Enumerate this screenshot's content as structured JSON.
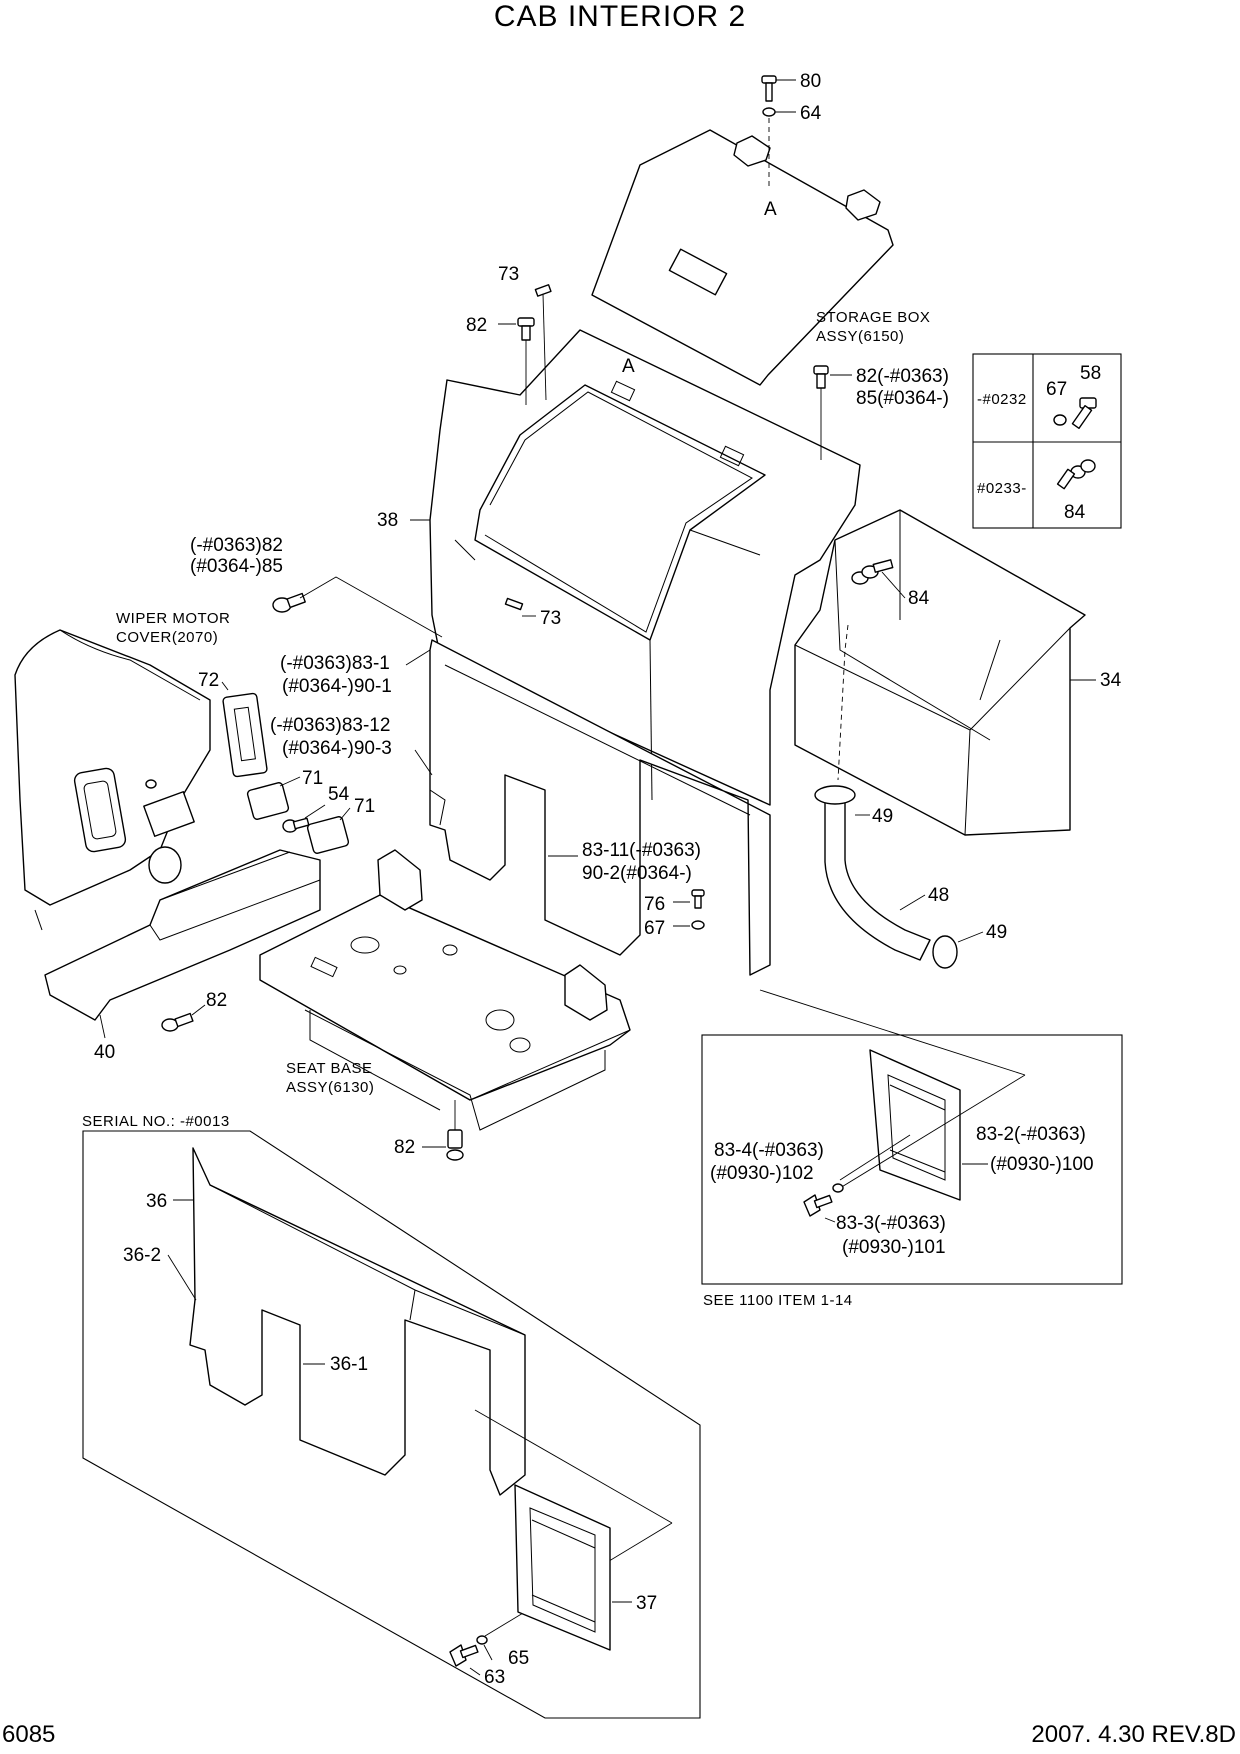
{
  "title": "CAB INTERIOR 2",
  "footer": {
    "page_code": "6085",
    "revision": "2007. 4.30 REV.8D"
  },
  "notes": {
    "storage_box_1": "STORAGE BOX",
    "storage_box_2": "ASSY(6150)",
    "wiper_1": "WIPER MOTOR",
    "wiper_2": "COVER(2070)",
    "seat_base_1": "SEAT BASE",
    "seat_base_2": "ASSY(6130)",
    "serial": "SERIAL NO.: -#0013",
    "see": "SEE 1100 ITEM 1-14"
  },
  "inset_table": {
    "row1": "-#0232",
    "row2": "#0233-"
  },
  "labels": {
    "p80": "80",
    "p64": "64",
    "pA1": "A",
    "pA2": "A",
    "p73a": "73",
    "p82a": "82",
    "p82b1": "82(-#0363)",
    "p82b2": "85(#0364-)",
    "p67i": "67",
    "p58": "58",
    "p84i": "84",
    "p38": "38",
    "p82c1": "(-#0363)82",
    "p82c2": "(#0364-)85",
    "p73b": "73",
    "p84": "84",
    "p34": "34",
    "p831a": "(-#0363)83-1",
    "p831b": "(#0364-)90-1",
    "p72": "72",
    "p8312a": "(-#0363)83-12",
    "p8312b": "(#0364-)90-3",
    "p71a": "71",
    "p54": "54",
    "p71b": "71",
    "p49a": "49",
    "p8311a": "83-11(-#0363)",
    "p8311b": "90-2(#0364-)",
    "p76": "76",
    "p67": "67",
    "p48": "48",
    "p49b": "49",
    "p82d": "82",
    "p40": "40",
    "p82e": "82",
    "p834a": "83-4(-#0363)",
    "p834b": "(#0930-)102",
    "p832a": "83-2(-#0363)",
    "p832b": "(#0930-)100",
    "p833a": "83-3(-#0363)",
    "p833b": "(#0930-)101",
    "p36": "36",
    "p362": "36-2",
    "p361": "36-1",
    "p37": "37",
    "p63": "63",
    "p65": "65"
  }
}
